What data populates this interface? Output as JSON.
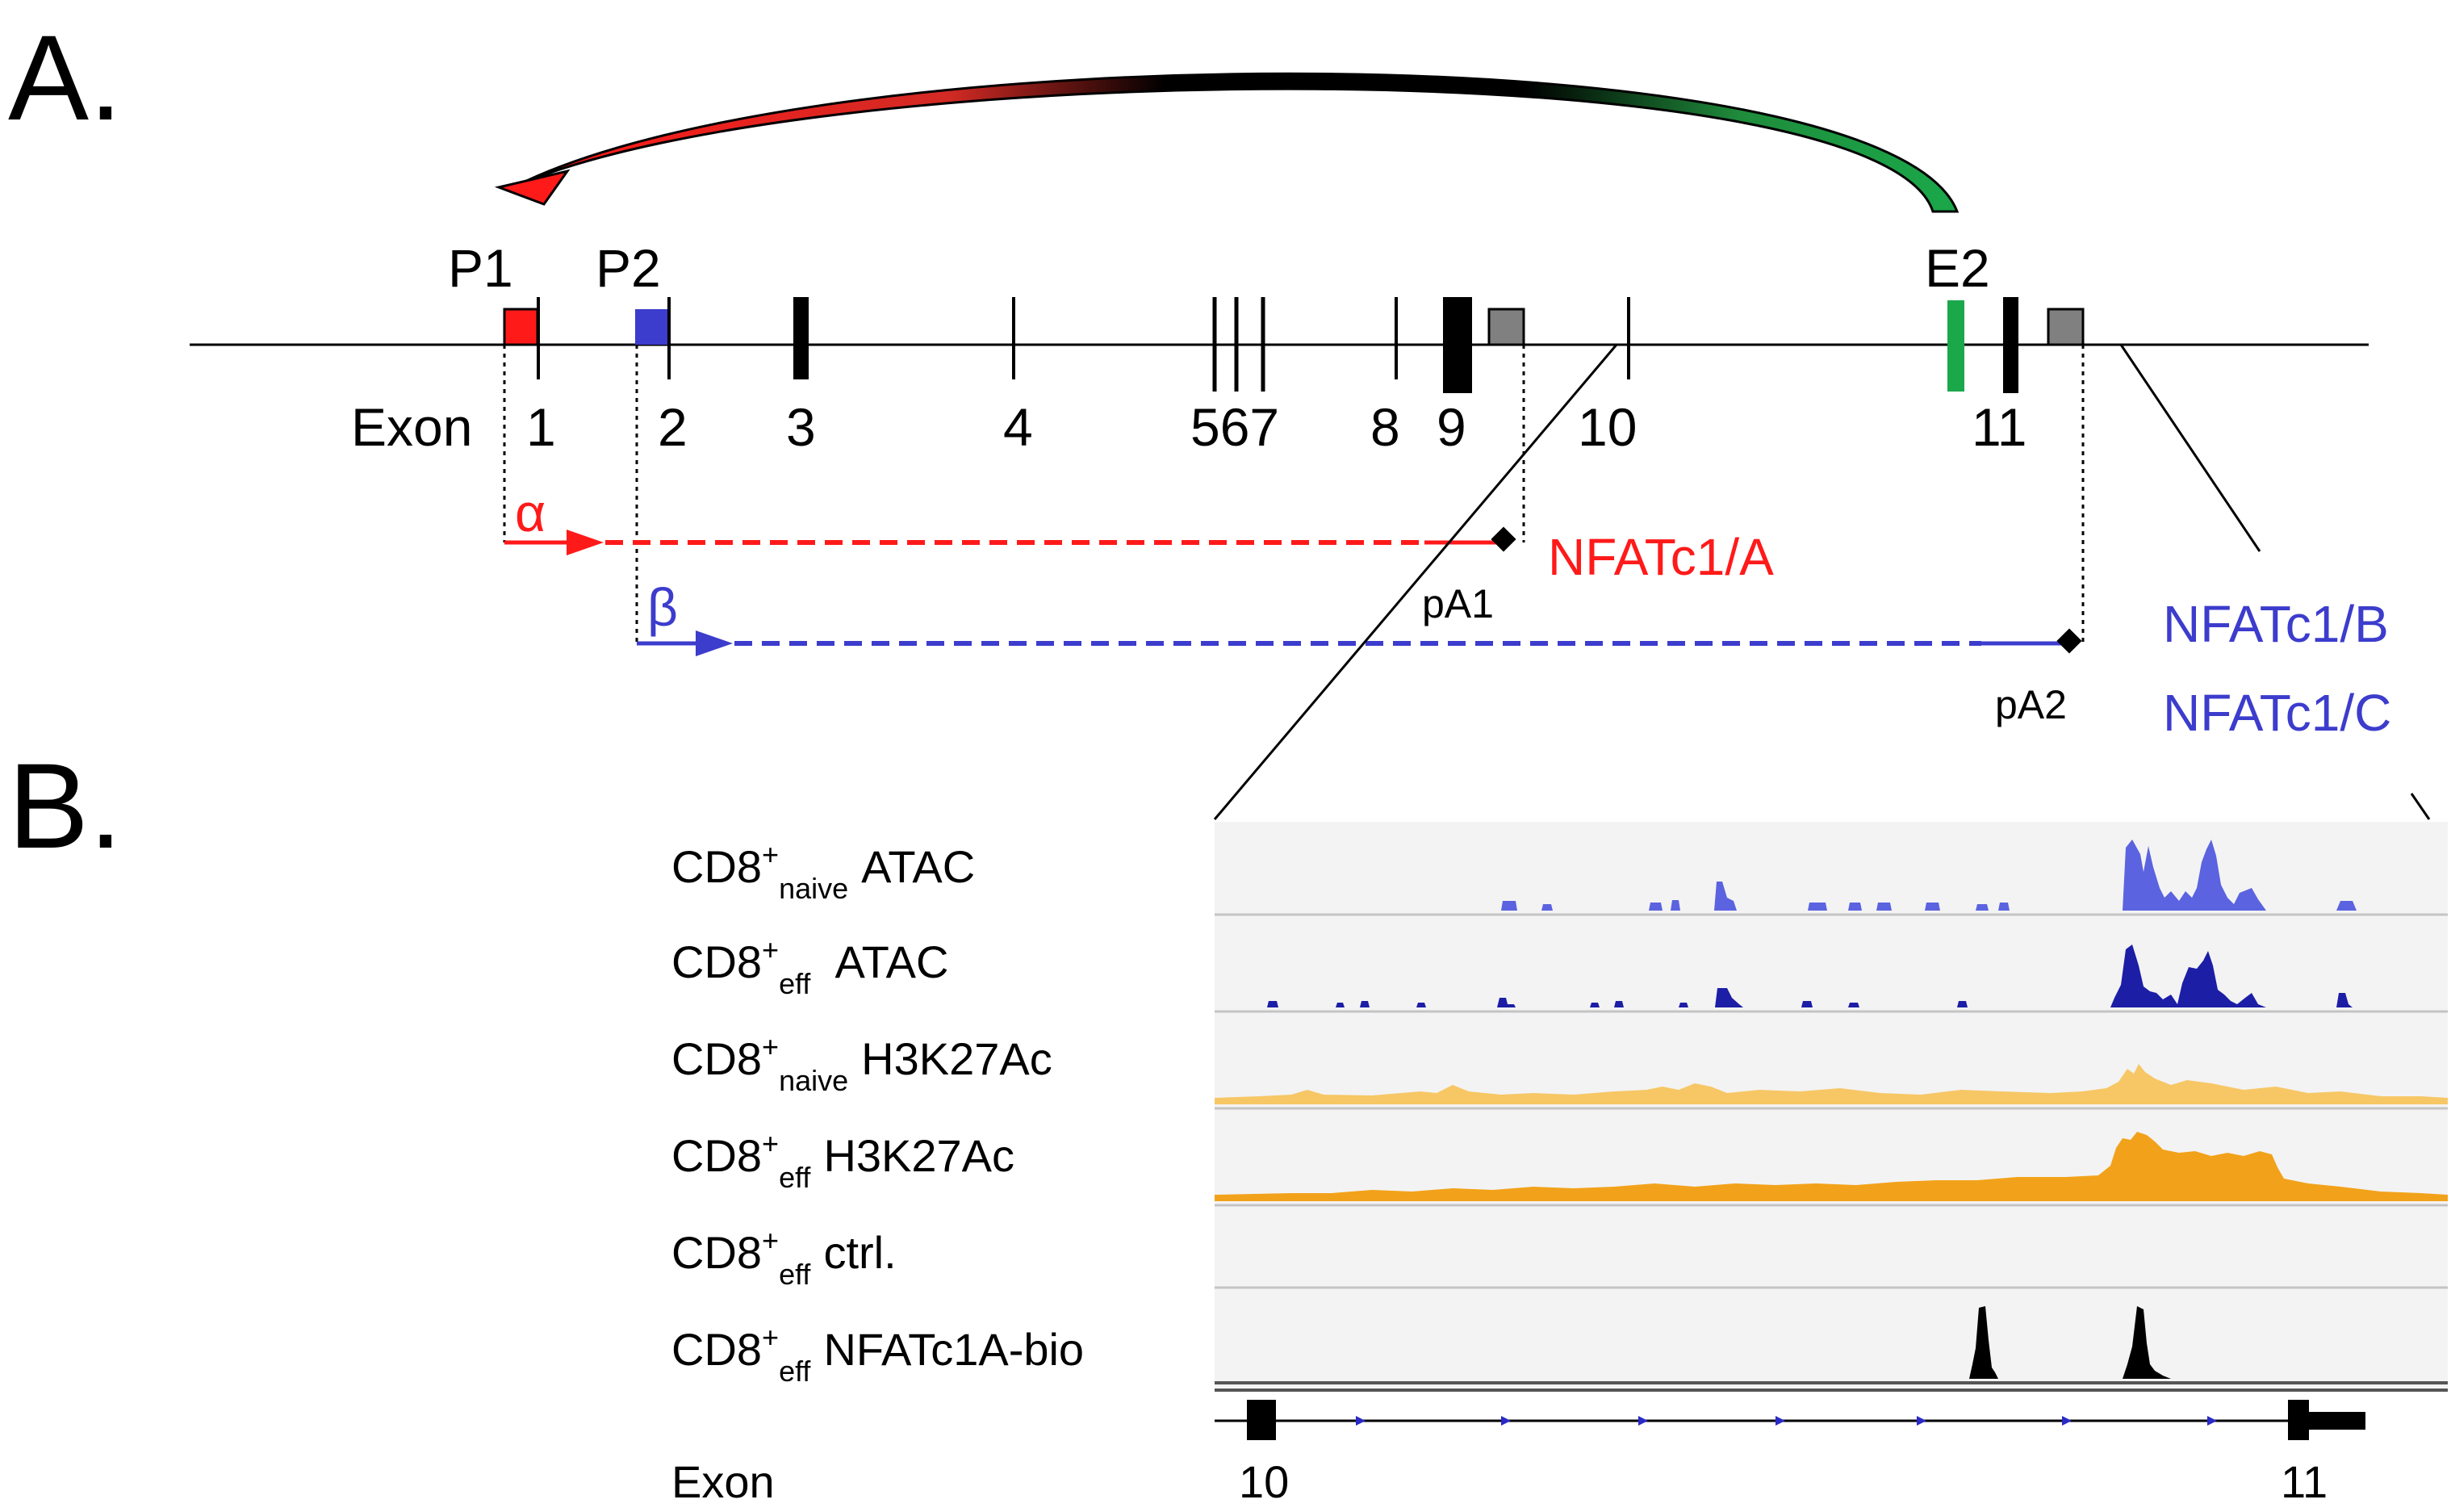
{
  "panels": {
    "a": "A.",
    "b": "B."
  },
  "colors": {
    "red": "#ff1a1a",
    "blue": "#3c3ccd",
    "green": "#1aa84a",
    "gray": "#808080",
    "atac_naive": "#5b63e0",
    "atac_eff": "#1c1ea6",
    "h3k27ac_naive": "#f7c766",
    "h3k27ac_eff": "#f2a21a",
    "peak_black": "#000000",
    "track_bg": "#f3f3f3"
  },
  "gene_map": {
    "promoters": {
      "p1": "P1",
      "p2": "P2"
    },
    "enhancer": "E2",
    "exon_word": "Exon",
    "exons": {
      "e1": "1",
      "e2": "2",
      "e3": "3",
      "e4": "4",
      "e567": "567",
      "e8": "8",
      "e9": "9",
      "e10": "10",
      "e11": "11"
    },
    "transcripts": {
      "alpha": {
        "symbol": "α",
        "polyA": "pA1",
        "isoform": "NFATc1/A"
      },
      "beta": {
        "symbol": "β",
        "polyA": "pA2",
        "isoforms": [
          "NFATc1/B",
          "NFATc1/C"
        ]
      }
    }
  },
  "tracks": [
    {
      "name": "CD8",
      "sup": "+",
      "sub": "naive",
      "assay": "ATAC"
    },
    {
      "name": "CD8",
      "sup": "+",
      "sub": "eff",
      "assay": "ATAC"
    },
    {
      "name": "CD8",
      "sup": "+",
      "sub": "naive",
      "assay": "H3K27Ac"
    },
    {
      "name": "CD8",
      "sup": "+",
      "sub": "eff",
      "assay": "H3K27Ac"
    },
    {
      "name": "CD8",
      "sup": "+",
      "sub": "eff",
      "assay": "ctrl."
    },
    {
      "name": "CD8",
      "sup": "+",
      "sub": "eff",
      "assay": "NFATc1A-bio"
    }
  ],
  "zoom_axis": {
    "label": "Exon",
    "start": "10",
    "end": "11"
  }
}
